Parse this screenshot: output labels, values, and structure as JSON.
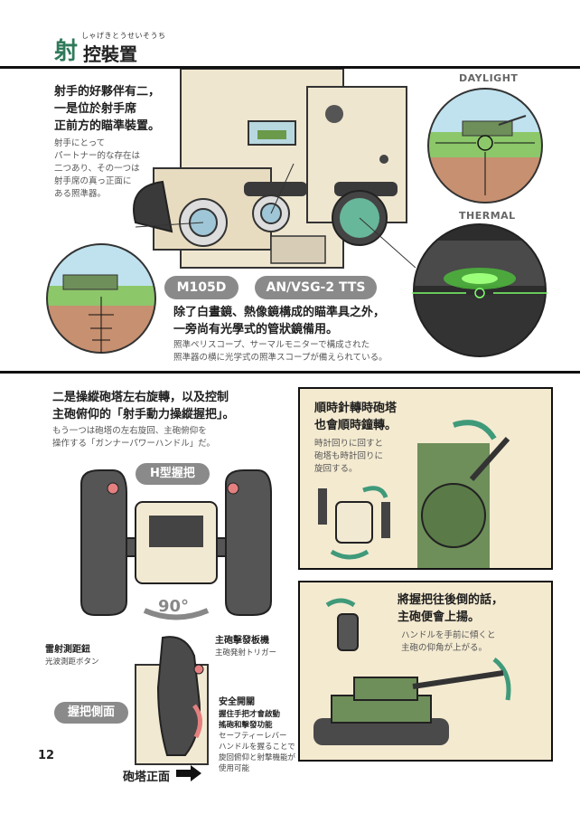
{
  "header": {
    "title_kanji": "射",
    "title_rest": "控裝置",
    "ruby": "しゃげきとうせいそうち"
  },
  "top": {
    "intro_zh": [
      "射手的好夥伴有二，",
      "一是位於射手席",
      "正前方的瞄準裝置。"
    ],
    "intro_jp": [
      "射手にとって",
      "パートナー的な存在は",
      "二つあり、その一つは",
      "射手席の真っ正面に",
      "ある照準器。"
    ],
    "label_m105d": "M105D",
    "label_anvsg": "AN/VSG-2 TTS",
    "daylight_caption": "DAYLIGHT",
    "thermal_caption": "THERMAL",
    "desc_zh": [
      "除了白晝鏡、熱像鏡構成的瞄準具之外，",
      "一旁尚有光學式的管狀鏡備用。"
    ],
    "desc_jp": [
      "照準ペリスコープ、サーマルモニターで構成された",
      "照準器の横に光学式の照準スコープが備えられている。"
    ]
  },
  "bottom": {
    "intro_zh": [
      "二是操縱砲塔左右旋轉，以及控制",
      "主砲俯仰的「射手動力操縱握把」。"
    ],
    "intro_jp": [
      "もう一つは砲塔の左右旋回、主砲俯仰を",
      "操作する「ガンナーパワーハンドル」だ。"
    ],
    "h_grip_label": "H型握把",
    "rotate_label": "90°",
    "laser_zh": "雷射測距鈕",
    "laser_jp": "光波測距ボタン",
    "trigger_zh": "主砲擊發板機",
    "trigger_jp": "主砲発射トリガー",
    "safety_zh": "安全開關",
    "safety_desc_zh": [
      "握住手把才會啟動",
      "搖砲和擊發功能"
    ],
    "safety_jp": [
      "セーフティーレバー",
      "ハンドルを握ることで",
      "旋回俯仰と射撃機能が",
      "使用可能"
    ],
    "side_label": "握把側面",
    "front_label": "砲塔正面",
    "page_number": "12",
    "panel1_zh": [
      "順時針轉時砲塔",
      "也會順時鐘轉。"
    ],
    "panel1_jp": [
      "時計回りに回すと",
      "砲塔も時計回りに",
      "旋回する。"
    ],
    "panel2_zh": [
      "將握把往後倒的話，",
      "主砲便會上揚。"
    ],
    "panel2_jp": [
      "ハンドルを手前に傾くと",
      "主砲の仰角が上がる。"
    ]
  },
  "colors": {
    "accent": "#2f7a5a",
    "arrow_green": "#3f9a7a",
    "panel_bg": "#f4ead0",
    "thermal_green": "#7dff6a"
  }
}
